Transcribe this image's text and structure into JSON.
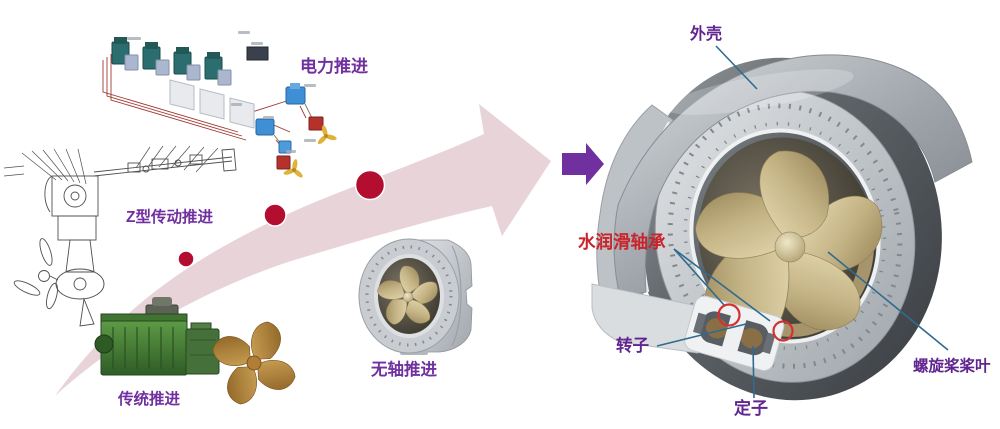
{
  "stages": {
    "electric": {
      "label": "电力推进"
    },
    "z_drive": {
      "label": "Z型传动推进"
    },
    "traditional": {
      "label": "传统推进"
    },
    "shaftless": {
      "label": "无轴推进"
    }
  },
  "callouts": {
    "casing": {
      "label": "外壳"
    },
    "water_bearing": {
      "label": "水润滑轴承"
    },
    "rotor": {
      "label": "转子"
    },
    "stator": {
      "label": "定子"
    },
    "propeller_blade": {
      "label": "螺旋桨桨叶"
    }
  },
  "colors": {
    "stage_label": "#7030a0",
    "callout_label": "#61258f",
    "bearing_label": "#c9232b",
    "leader_line": "#2f6b8f",
    "trend_arrow_fill": "#e8d3d8",
    "milestone_dot": "#b30e2f",
    "transition_arrow": "#7030a0",
    "bearing_highlight_circle": "#d53030"
  }
}
